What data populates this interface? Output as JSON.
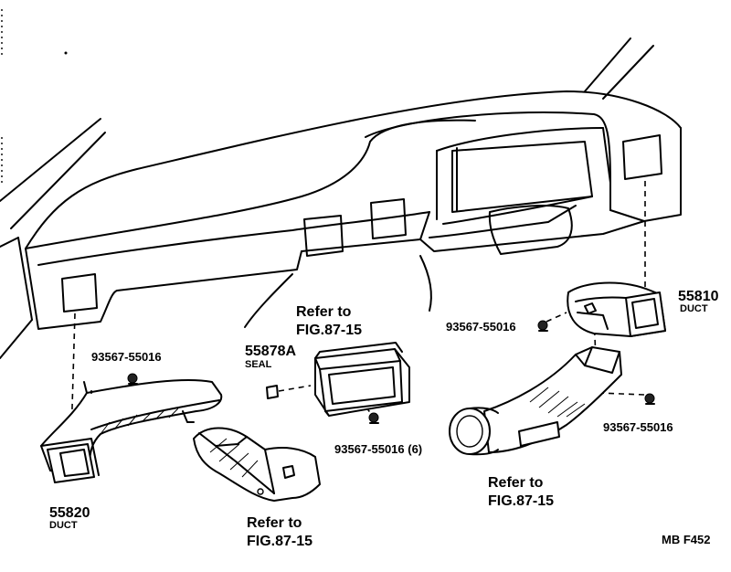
{
  "parts": {
    "duct_left": {
      "number": "55820",
      "name": "DUCT"
    },
    "duct_right": {
      "number": "55810",
      "name": "DUCT"
    },
    "seal": {
      "number": "55878A",
      "name": "SEAL"
    }
  },
  "fasteners": {
    "clip_left": "93567-55016",
    "clip_right_upper": "93567-55016",
    "clip_right_lower": "93567-55016",
    "clip_center": "93567-55016 (6)"
  },
  "references": {
    "center_top": {
      "line1": "Refer to",
      "line2": "FIG.87-15"
    },
    "bottom_left": {
      "line1": "Refer to",
      "line2": "FIG.87-15"
    },
    "bottom_right": {
      "line1": "Refer to",
      "line2": "FIG.87-15"
    }
  },
  "figure_code": "MB  F452"
}
